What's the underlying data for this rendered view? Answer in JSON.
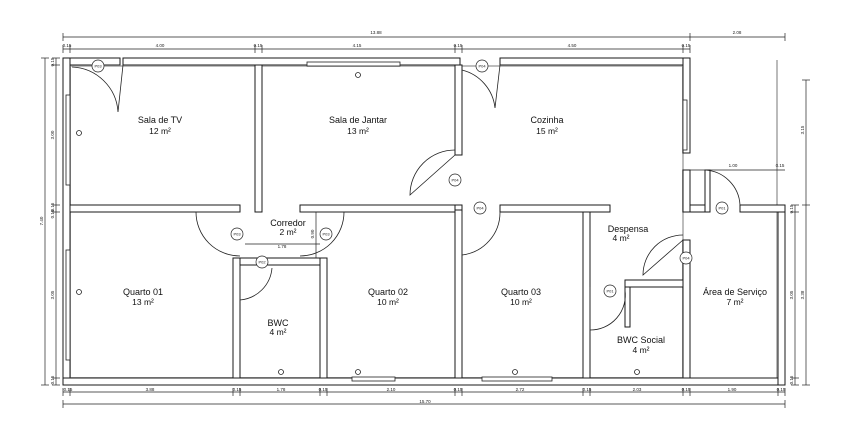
{
  "plan": {
    "rooms": [
      {
        "name": "Sala de TV",
        "area": "12 m²"
      },
      {
        "name": "Sala de Jantar",
        "area": "13 m²"
      },
      {
        "name": "Cozinha",
        "area": "15 m²"
      },
      {
        "name": "Corredor",
        "area": "2 m²"
      },
      {
        "name": "Despensa",
        "area": "4 m²"
      },
      {
        "name": "Quarto 01",
        "area": "13 m²"
      },
      {
        "name": "BWC",
        "area": "4 m²"
      },
      {
        "name": "Quarto 02",
        "area": "10 m²"
      },
      {
        "name": "Quarto 03",
        "area": "10 m²"
      },
      {
        "name": "BWC Social",
        "area": "4 m²"
      },
      {
        "name": "Área de Serviço",
        "area": "7 m²"
      }
    ],
    "doors": [
      "P03",
      "P04",
      "P04",
      "P04",
      "P03",
      "P03",
      "P02",
      "P01",
      "P04",
      "P01"
    ],
    "dimensions": {
      "top_overall": "13.88",
      "top_chain": [
        "0.15",
        "4.00",
        "0.15",
        "4.15",
        "0.15",
        "4.50",
        "0.15"
      ],
      "top_annex": "2.08",
      "bottom_chain": [
        "0.15",
        "3.88",
        "0.15",
        "1.78",
        "0.15",
        "2.10",
        "0.15",
        "2.72",
        "0.15",
        "2.03",
        "0.15",
        "1.90",
        "0.15"
      ],
      "bottom_overall": "15.70",
      "left_chain": [
        "0.15",
        "3.00",
        "0.15",
        "0.15",
        "3.05",
        "0.15"
      ],
      "left_overall": "7.40",
      "right_chain": [
        "0.15",
        "3.05",
        "0.15"
      ],
      "right_overall": "3.38",
      "right_upper": "3.15",
      "annex_entry": "1.00",
      "annex_wall": "0.15",
      "corridor_width": "1.78",
      "corridor_depth": "0.90"
    }
  }
}
